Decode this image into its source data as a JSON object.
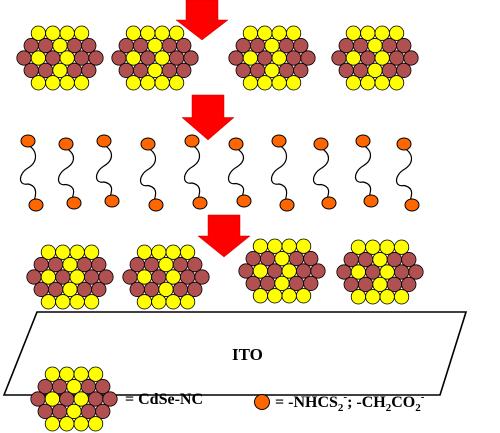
{
  "substrate": {
    "label": "ITO"
  },
  "legend": {
    "nanocrystal_text": "= CdSe-NC",
    "ligand_text_prefix": "= -NHCS",
    "ligand_sub_1": "2",
    "ligand_sup_1": "-",
    "ligand_text_middle": "; -CH",
    "ligand_sub_2": "2",
    "ligand_text_co": "CO",
    "ligand_sub_3": "2",
    "ligand_sup_2": "-"
  },
  "colors": {
    "arrow": "#ff0000",
    "selenium_atom": "#b05050",
    "cadmium_atom": "#ffff00",
    "ligand_end": "#ff6600",
    "outline": "#000000",
    "substrate_fill": "#ffffff"
  }
}
